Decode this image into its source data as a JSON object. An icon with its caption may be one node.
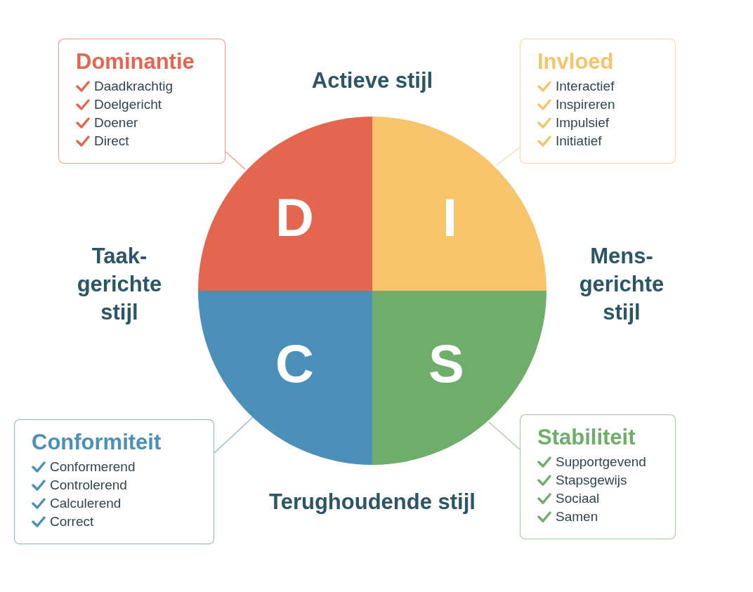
{
  "diagram": {
    "nodes": [
      {
        "text": [
          "Dominantie",
          "Daadkrachtig",
          "Doelgericht",
          "Doener",
          "Direct"
        ]
      },
      {
        "text": [
          "Invloed",
          "Interactief",
          "Inspireren",
          "Impulsief",
          "Initiatief"
        ]
      },
      {
        "text": [
          "D"
        ]
      },
      {
        "text": [
          "I"
        ]
      },
      {
        "text": [
          "C"
        ]
      },
      {
        "text": [
          "S"
        ]
      },
      {
        "text": [
          "Conformiteit",
          "Conformerend",
          "Controlerend",
          "Calculerend",
          "Correct"
        ]
      },
      {
        "text": [
          "Stabiliteit",
          "Supportgevend",
          "Stapsgewijs",
          "Sociaal",
          "Samen"
        ]
      }
    ],
    "edges": [
      {
        "from": 0,
        "to": 2,
        "arrow": "none",
        "color": "#e5664f"
      },
      {
        "from": 1,
        "to": 3,
        "arrow": "none",
        "color": "#f7c46c"
      },
      {
        "from": 6,
        "to": 4,
        "arrow": "none",
        "color": "#4a90b8"
      },
      {
        "from": 7,
        "to": 5,
        "arrow": "none",
        "color": "#6fad6b"
      }
    ],
    "labels": [
      "Actieve stijl",
      "Taak- gerichte stijl",
      "Mens- gerichte stijl",
      "Terughoudende stijl"
    ]
  }
}
